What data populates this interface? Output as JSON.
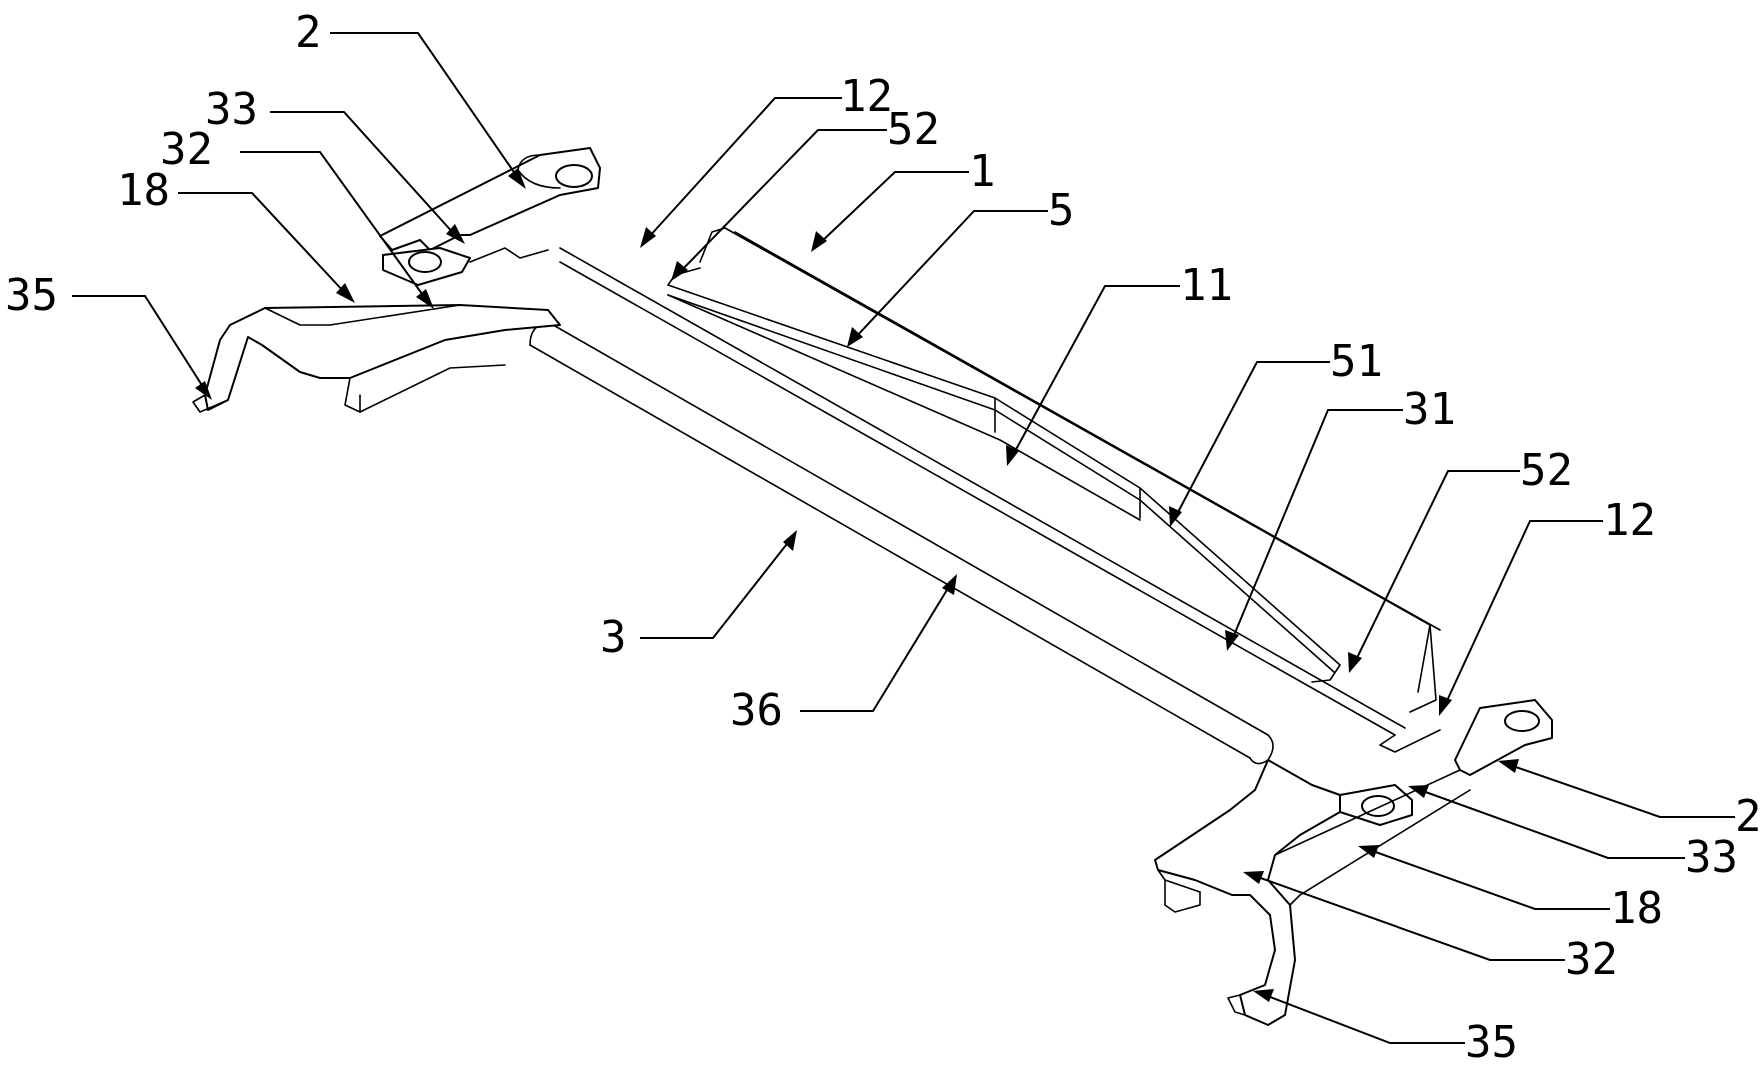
{
  "figure": {
    "reference_numerals": [
      {
        "key": "top_2",
        "text": "2",
        "part": "2"
      },
      {
        "key": "top_33",
        "text": "33",
        "part": "33"
      },
      {
        "key": "top_32",
        "text": "32",
        "part": "32"
      },
      {
        "key": "top_18",
        "text": "18",
        "part": "18"
      },
      {
        "key": "left_35",
        "text": "35",
        "part": "35"
      },
      {
        "key": "top_12",
        "text": "12",
        "part": "12"
      },
      {
        "key": "top_52",
        "text": "52",
        "part": "52"
      },
      {
        "key": "top_1",
        "text": "1",
        "part": "1"
      },
      {
        "key": "top_5",
        "text": "5",
        "part": "5"
      },
      {
        "key": "mid_11",
        "text": "11",
        "part": "11"
      },
      {
        "key": "mid_51",
        "text": "51",
        "part": "51"
      },
      {
        "key": "mid_31",
        "text": "31",
        "part": "31"
      },
      {
        "key": "right_52",
        "text": "52",
        "part": "52"
      },
      {
        "key": "right_12",
        "text": "12",
        "part": "12"
      },
      {
        "key": "bottom_3",
        "text": "3",
        "part": "3"
      },
      {
        "key": "bottom_36",
        "text": "36",
        "part": "36"
      },
      {
        "key": "right_2",
        "text": "2",
        "part": "2"
      },
      {
        "key": "right_33",
        "text": "33",
        "part": "33"
      },
      {
        "key": "right_18",
        "text": "18",
        "part": "18"
      },
      {
        "key": "right_32",
        "text": "32",
        "part": "32"
      },
      {
        "key": "bottom_35",
        "text": "35",
        "part": "35"
      }
    ]
  }
}
